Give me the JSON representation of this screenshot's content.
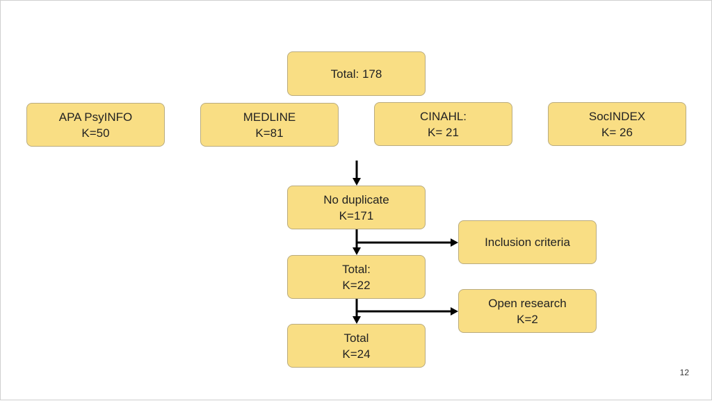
{
  "diagram": {
    "total_top": {
      "line1": "Total: 178"
    },
    "databases": [
      {
        "name": "APA PsyINFO",
        "count": "K=50"
      },
      {
        "name": "MEDLINE",
        "count": "K=81"
      },
      {
        "name": "CINAHL:",
        "count": "K= 21"
      },
      {
        "name": "SocINDEX",
        "count": "K= 26"
      }
    ],
    "no_duplicate": {
      "line1": "No duplicate",
      "line2": "K=171"
    },
    "inclusion_criteria": {
      "line1": "Inclusion criteria"
    },
    "total_after_inclusion": {
      "line1": "Total:",
      "line2": "K=22"
    },
    "open_research": {
      "line1": "Open research",
      "line2": "K=2"
    },
    "total_final": {
      "line1": "Total",
      "line2": "K=24"
    }
  },
  "slide": {
    "page_number": "12"
  },
  "colors": {
    "box_fill": "#f9de84",
    "box_border": "#b9ab7f",
    "arrow": "#000000"
  }
}
